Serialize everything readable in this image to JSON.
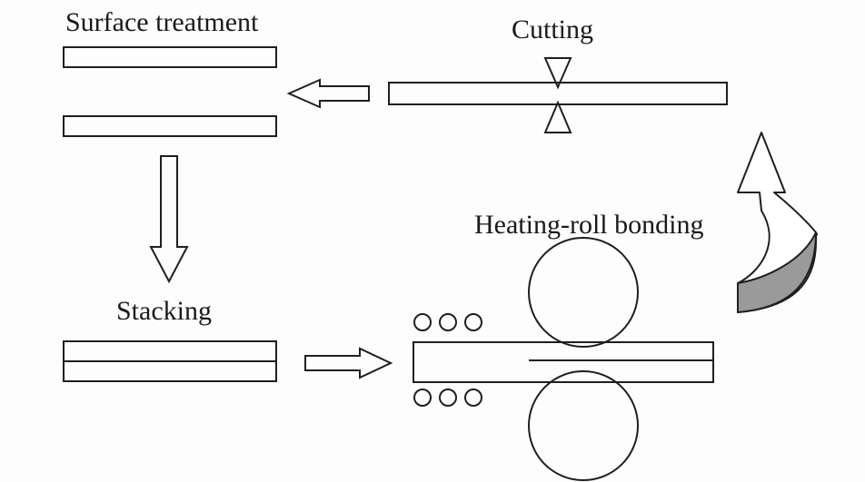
{
  "labels": {
    "surface_treatment": "Surface treatment",
    "cutting": "Cutting",
    "heating_roll_bonding": "Heating-roll bonding",
    "stacking": "Stacking"
  },
  "colors": {
    "stroke": "#1f1f1f",
    "curved_arrow_fill": "#9a9a9a",
    "background": "#fdfdfd"
  }
}
